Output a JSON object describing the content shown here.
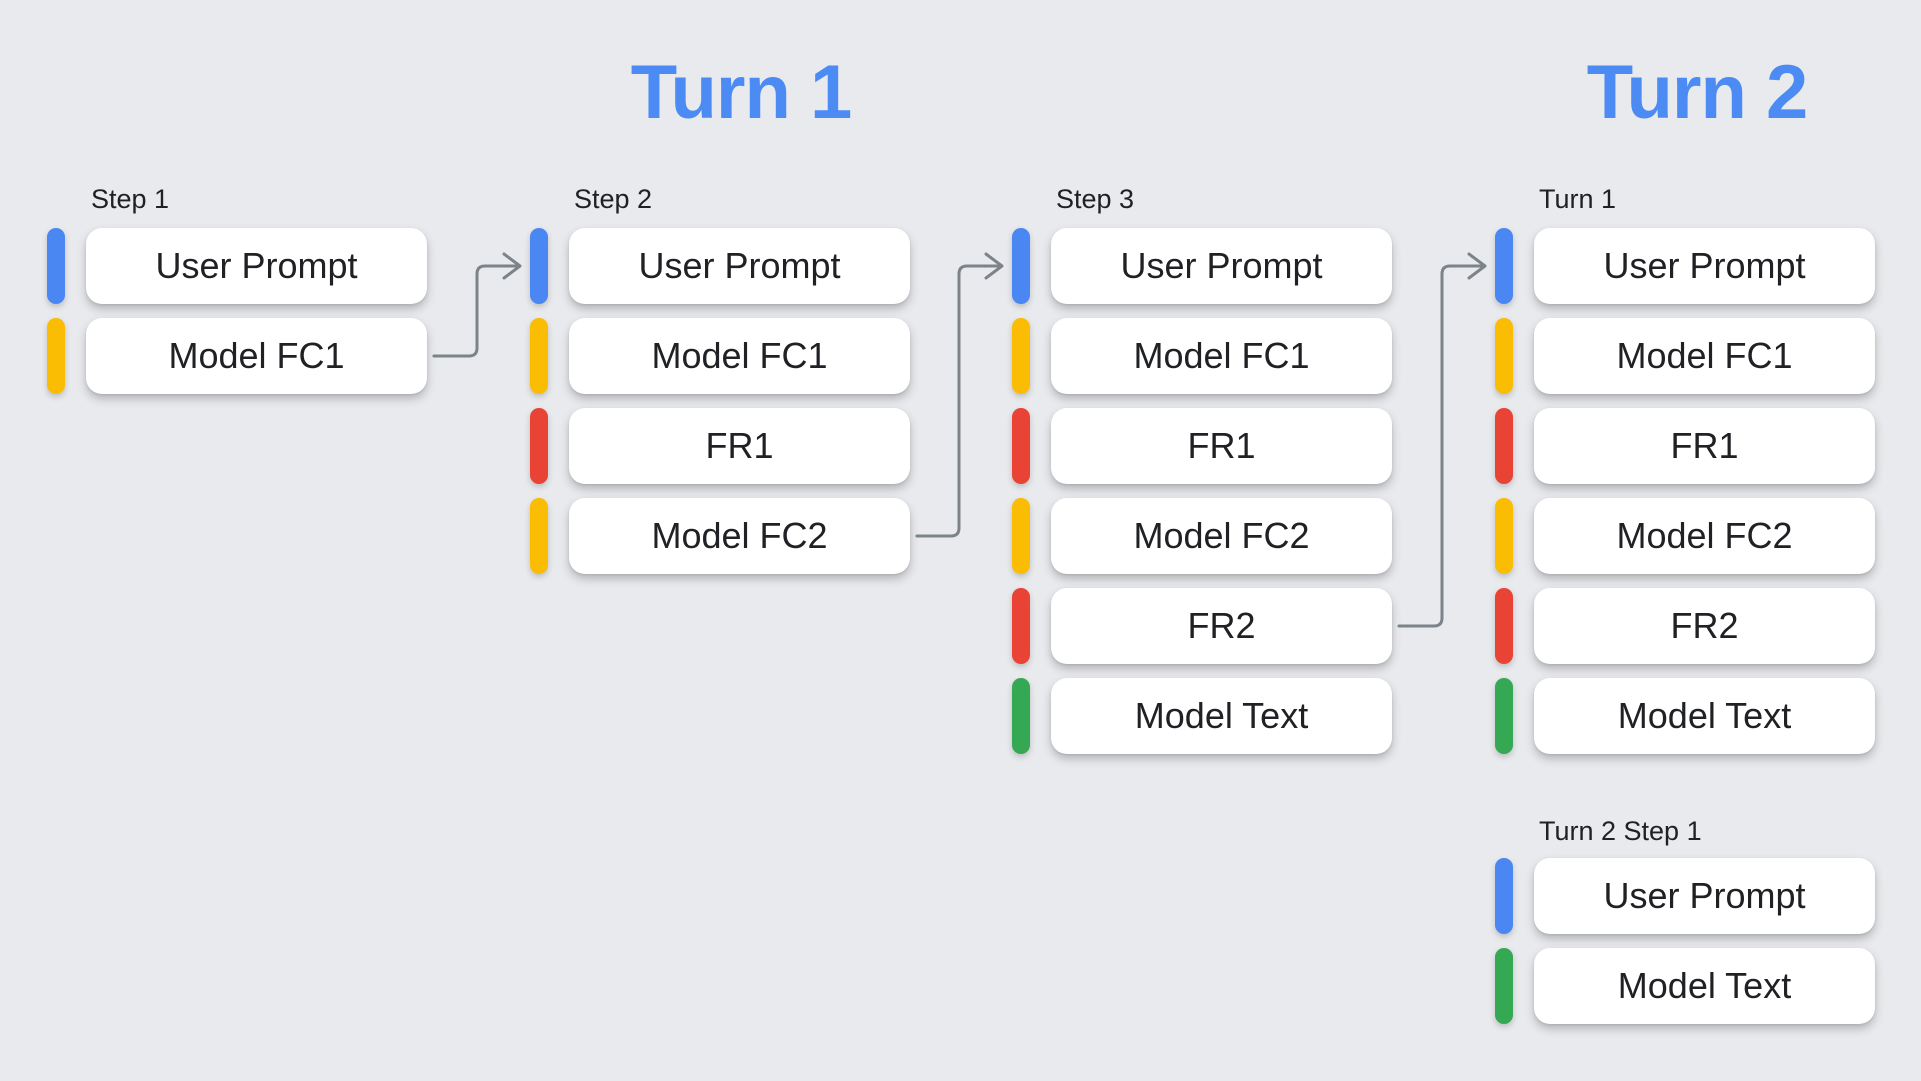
{
  "palette": {
    "background": "#E9EAED",
    "title_blue": "#4C8BF4",
    "arrow_gray": "#7C848A",
    "card_background": "#FFFFFF",
    "text_dark": "#202124",
    "blue": "#4B87F2",
    "yellow": "#FBBC04",
    "red": "#E94335",
    "green": "#34A853"
  },
  "section_titles": [
    {
      "text": "Turn 1"
    },
    {
      "text": "Turn 2"
    }
  ],
  "groups": [
    {
      "label": "Step 1",
      "col": 0,
      "row": 0,
      "cards": [
        {
          "text": "User Prompt",
          "color": "blue"
        },
        {
          "text": "Model FC1",
          "color": "yellow"
        }
      ]
    },
    {
      "label": "Step 2",
      "col": 1,
      "row": 0,
      "cards": [
        {
          "text": "User Prompt",
          "color": "blue"
        },
        {
          "text": "Model FC1",
          "color": "yellow"
        },
        {
          "text": "FR1",
          "color": "red"
        },
        {
          "text": "Model FC2",
          "color": "yellow"
        }
      ]
    },
    {
      "label": "Step 3",
      "col": 2,
      "row": 0,
      "cards": [
        {
          "text": "User Prompt",
          "color": "blue"
        },
        {
          "text": "Model FC1",
          "color": "yellow"
        },
        {
          "text": "FR1",
          "color": "red"
        },
        {
          "text": "Model FC2",
          "color": "yellow"
        },
        {
          "text": "FR2",
          "color": "red"
        },
        {
          "text": "Model Text",
          "color": "green"
        }
      ]
    },
    {
      "label": "Turn 1",
      "col": 3,
      "row": 0,
      "cards": [
        {
          "text": "User Prompt",
          "color": "blue"
        },
        {
          "text": "Model FC1",
          "color": "yellow"
        },
        {
          "text": "FR1",
          "color": "red"
        },
        {
          "text": "Model FC2",
          "color": "yellow"
        },
        {
          "text": "FR2",
          "color": "red"
        },
        {
          "text": "Model Text",
          "color": "green"
        }
      ]
    },
    {
      "label": "Turn 2 Step 1",
      "col": 3,
      "row": 1,
      "cards": [
        {
          "text": "User Prompt",
          "color": "blue"
        },
        {
          "text": "Model Text",
          "color": "green"
        }
      ]
    }
  ],
  "arrows": [
    {
      "from_group": 0,
      "from_card": 1,
      "to_group": 1,
      "to_card": 0
    },
    {
      "from_group": 1,
      "from_card": 3,
      "to_group": 2,
      "to_card": 0
    },
    {
      "from_group": 2,
      "from_card": 4,
      "to_group": 3,
      "to_card": 0
    }
  ]
}
